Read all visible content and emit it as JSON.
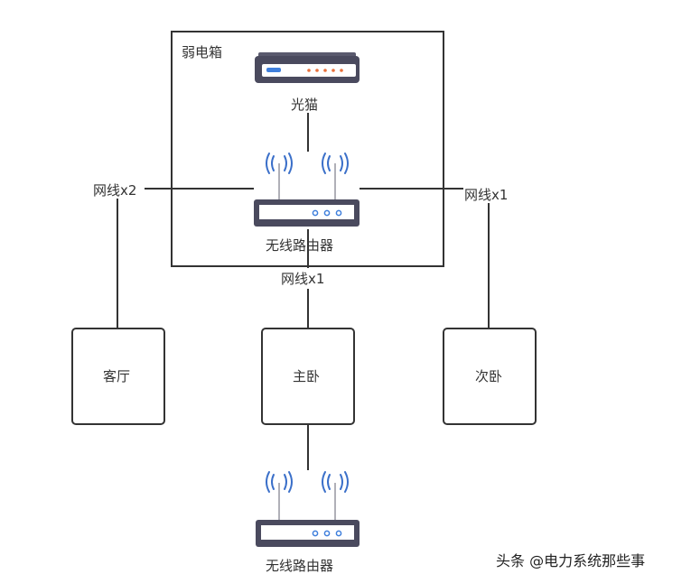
{
  "cabinet": {
    "label": "弱电箱"
  },
  "modem": {
    "label": "光猫"
  },
  "main_router": {
    "label": "无线路由器"
  },
  "sub_router": {
    "label": "无线路由器"
  },
  "links": {
    "living": "网线x2",
    "second": "网线x1",
    "master": "网线x1"
  },
  "rooms": {
    "living": "客厅",
    "master": "主卧",
    "second": "次卧"
  },
  "watermark": "头条 @电力系统那些事",
  "colors": {
    "line": "#333333",
    "device_body": "#4a4a5e",
    "router_face": "#ffffff",
    "led_blue": "#3f7fdc",
    "led_orange": "#e8703c",
    "wifi_blue": "#3a6fc9"
  }
}
